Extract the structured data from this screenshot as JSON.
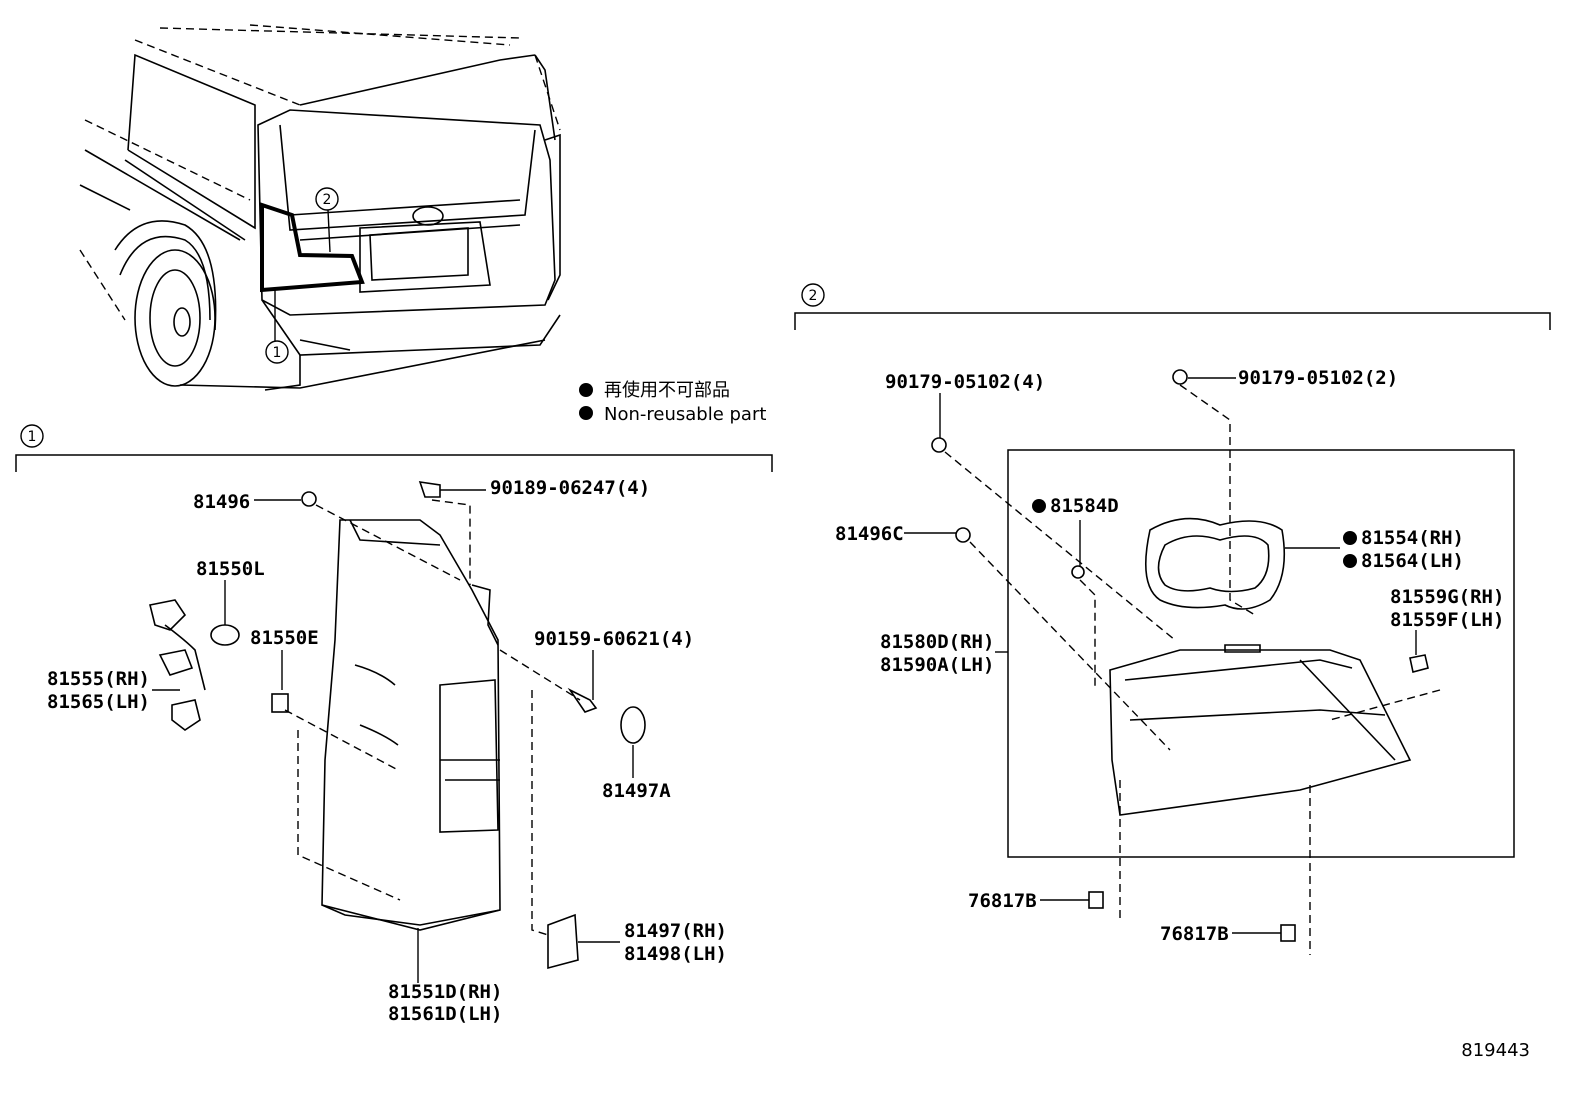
{
  "legend": {
    "jp": "再使用不可部品",
    "en": "Non-reusable part"
  },
  "figure_id": "819443",
  "sections": [
    {
      "marker": "1"
    },
    {
      "marker": "2"
    }
  ],
  "vehicle_callouts": [
    "1",
    "2"
  ],
  "parts_section1": {
    "p81496": "81496",
    "p90189": "90189-06247(4)",
    "p81550L": "81550L",
    "p81550E": "81550E",
    "p81555": "81555(RH)",
    "p81565": "81565(LH)",
    "p90159": "90159-60621(4)",
    "p81497A": "81497A",
    "p81497": "81497(RH)",
    "p81498": "81498(LH)",
    "p81551D": "81551D(RH)",
    "p81561D": "81561D(LH)"
  },
  "parts_section2": {
    "p90179a": "90179-05102(4)",
    "p90179b": "90179-05102(2)",
    "p81584D": "81584D",
    "p81554": "81554(RH)",
    "p81564": "81564(LH)",
    "p81496C": "81496C",
    "p81559G": "81559G(RH)",
    "p81559F": "81559F(LH)",
    "p81580D": "81580D(RH)",
    "p81590A": "81590A(LH)",
    "p76817Ba": "76817B",
    "p76817Bb": "76817B"
  }
}
